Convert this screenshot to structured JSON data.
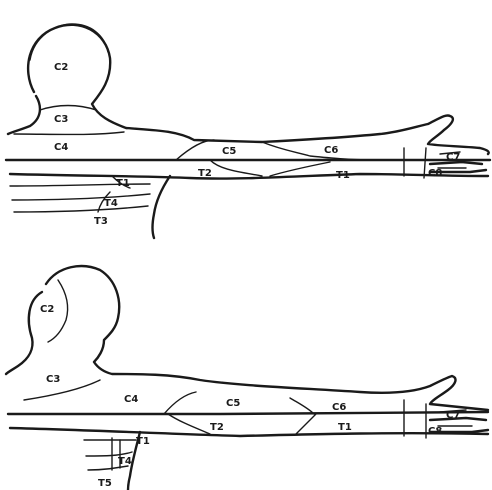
{
  "top_figure": {
    "labels": {
      "c2": "C2",
      "c3": "C3",
      "c4": "C4",
      "c5": "C5",
      "c6": "C6",
      "t1": "T1",
      "c7": "C7",
      "c8": "C8",
      "t2": "T2",
      "t1b": "T1",
      "t4": "T4",
      "t3": "T3"
    }
  },
  "bottom_figure": {
    "labels": {
      "c2": "C2",
      "c3": "C3",
      "c4": "C4",
      "c5": "C5",
      "c6": "C6",
      "t2": "T2",
      "t1": "T1",
      "c7": "C7",
      "c8": "C8",
      "t1b": "T1",
      "t4": "T4",
      "t5": "T5"
    }
  },
  "colors": {
    "ink": "#1a1a1a",
    "background": "#ffffff"
  }
}
